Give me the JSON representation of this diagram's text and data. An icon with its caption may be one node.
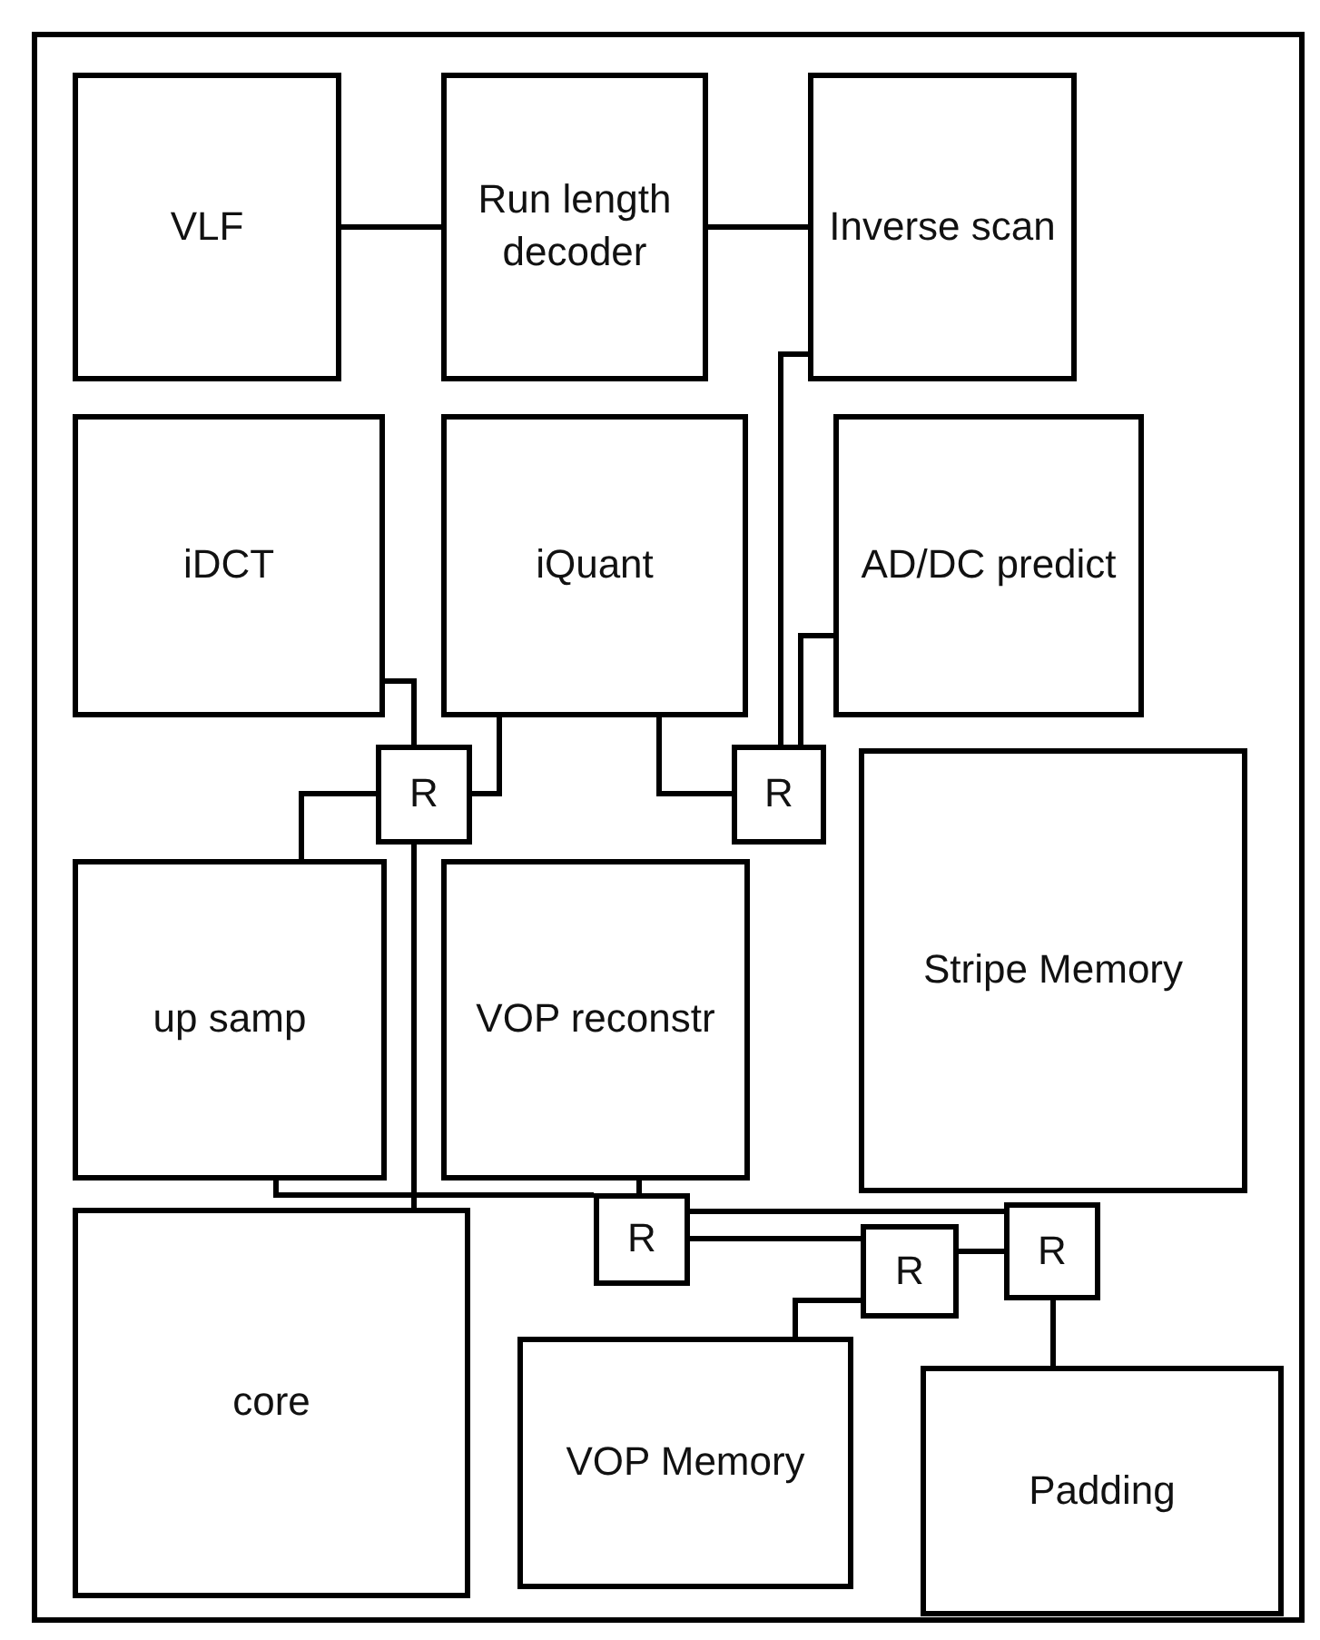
{
  "diagram": {
    "nodes": [
      {
        "text": [
          "VLF"
        ]
      },
      {
        "text": [
          "Run length decoder"
        ]
      },
      {
        "text": [
          "Inverse scan"
        ]
      },
      {
        "text": [
          "iDCT"
        ]
      },
      {
        "text": [
          "iQuant"
        ]
      },
      {
        "text": [
          "AD/DC predict"
        ]
      },
      {
        "text": [
          "R"
        ]
      },
      {
        "text": [
          "R"
        ]
      },
      {
        "text": [
          "up samp"
        ]
      },
      {
        "text": [
          "VOP reconstr"
        ]
      },
      {
        "text": [
          "Stripe Memory"
        ]
      },
      {
        "text": [
          "R"
        ]
      },
      {
        "text": [
          "R"
        ]
      },
      {
        "text": [
          "R"
        ]
      },
      {
        "text": [
          "core"
        ]
      },
      {
        "text": [
          "VOP Memory"
        ]
      },
      {
        "text": [
          "Padding"
        ]
      }
    ],
    "edges": [
      {
        "from": 0,
        "to": 1,
        "arrow": "none"
      },
      {
        "from": 1,
        "to": 2,
        "arrow": "none"
      },
      {
        "from": 3,
        "to": 6,
        "arrow": "none"
      },
      {
        "from": 4,
        "to": 6,
        "arrow": "none"
      },
      {
        "from": 6,
        "to": 8,
        "arrow": "none"
      },
      {
        "from": 6,
        "to": 14,
        "arrow": "none"
      },
      {
        "from": 2,
        "to": 7,
        "arrow": "none"
      },
      {
        "from": 5,
        "to": 7,
        "arrow": "none"
      },
      {
        "from": 4,
        "to": 7,
        "arrow": "none"
      },
      {
        "from": 8,
        "to": 11,
        "arrow": "none"
      },
      {
        "from": 14,
        "to": 11,
        "arrow": "none"
      },
      {
        "from": 9,
        "to": 11,
        "arrow": "none"
      },
      {
        "from": 11,
        "to": 13,
        "arrow": "none"
      },
      {
        "from": 11,
        "to": 12,
        "arrow": "none"
      },
      {
        "from": 12,
        "to": 13,
        "arrow": "none"
      },
      {
        "from": 12,
        "to": 15,
        "arrow": "none"
      },
      {
        "from": 13,
        "to": 16,
        "arrow": "none"
      }
    ]
  }
}
